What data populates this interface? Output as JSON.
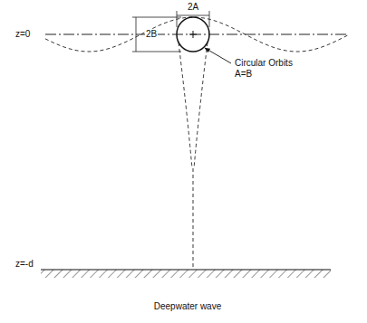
{
  "diagram": {
    "caption": "Deepwater wave",
    "labels": [
      "2A",
      "2B",
      "z=0",
      "Circular Orbits A=B",
      "z=-d"
    ]
  }
}
